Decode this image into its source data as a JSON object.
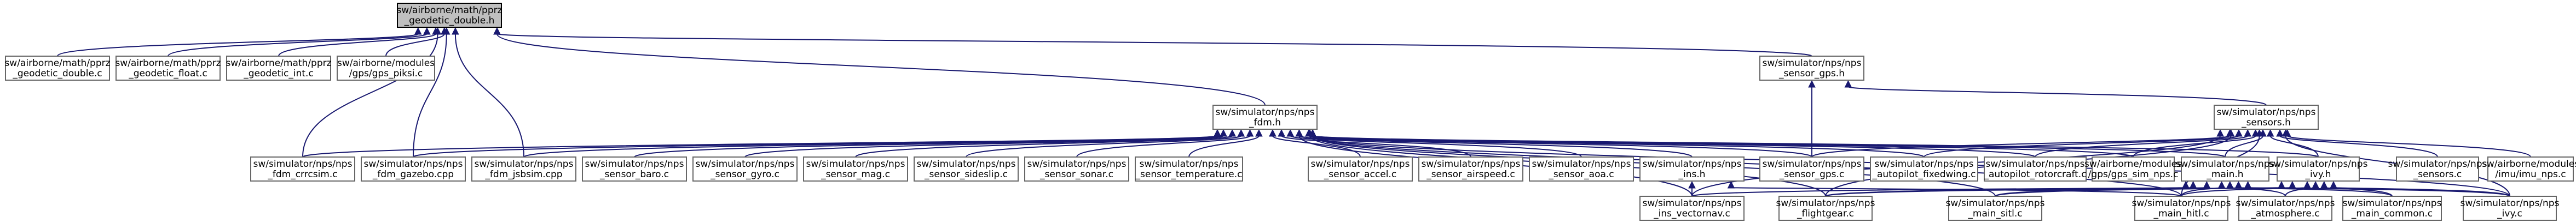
{
  "diagram": {
    "edge_color": "#191970",
    "root_fill": "#bfbfbf",
    "nodes": [
      {
        "id": "geodetic_double_h",
        "lines": [
          "sw/airborne/math/pprz",
          "_geodetic_double.h"
        ],
        "root": true
      },
      {
        "id": "geodetic_double_c",
        "lines": [
          "sw/airborne/math/pprz",
          "_geodetic_double.c"
        ]
      },
      {
        "id": "geodetic_float_c",
        "lines": [
          "sw/airborne/math/pprz",
          "_geodetic_float.c"
        ]
      },
      {
        "id": "geodetic_int_c",
        "lines": [
          "sw/airborne/math/pprz",
          "_geodetic_int.c"
        ]
      },
      {
        "id": "gps_piksi_c",
        "lines": [
          "sw/airborne/modules",
          "/gps/gps_piksi.c"
        ]
      },
      {
        "id": "nps_sensor_gps_h",
        "lines": [
          "sw/simulator/nps/nps",
          "_sensor_gps.h"
        ]
      },
      {
        "id": "nps_fdm_h",
        "lines": [
          "sw/simulator/nps/nps",
          "_fdm.h"
        ]
      },
      {
        "id": "nps_sensors_h",
        "lines": [
          "sw/simulator/nps/nps",
          "_sensors.h"
        ]
      },
      {
        "id": "nps_fdm_crrcsim_c",
        "lines": [
          "sw/simulator/nps/nps",
          "_fdm_crrcsim.c"
        ]
      },
      {
        "id": "nps_fdm_gazebo_cpp",
        "lines": [
          "sw/simulator/nps/nps",
          "_fdm_gazebo.cpp"
        ]
      },
      {
        "id": "nps_fdm_jsbsim_cpp",
        "lines": [
          "sw/simulator/nps/nps",
          "_fdm_jsbsim.cpp"
        ]
      },
      {
        "id": "nps_sensor_baro_c",
        "lines": [
          "sw/simulator/nps/nps",
          "_sensor_baro.c"
        ]
      },
      {
        "id": "nps_sensor_gyro_c",
        "lines": [
          "sw/simulator/nps/nps",
          "_sensor_gyro.c"
        ]
      },
      {
        "id": "nps_sensor_mag_c",
        "lines": [
          "sw/simulator/nps/nps",
          "_sensor_mag.c"
        ]
      },
      {
        "id": "nps_sensor_sideslip_c",
        "lines": [
          "sw/simulator/nps/nps",
          "_sensor_sideslip.c"
        ]
      },
      {
        "id": "nps_sensor_sonar_c",
        "lines": [
          "sw/simulator/nps/nps",
          "_sensor_sonar.c"
        ]
      },
      {
        "id": "nps_sensor_temperature_c",
        "lines": [
          "sw/simulator/nps/nps",
          "_sensor_temperature.c"
        ]
      },
      {
        "id": "nps_sensor_accel_c",
        "lines": [
          "sw/simulator/nps/nps",
          "_sensor_accel.c"
        ]
      },
      {
        "id": "nps_sensor_airspeed_c",
        "lines": [
          "sw/simulator/nps/nps",
          "_sensor_airspeed.c"
        ]
      },
      {
        "id": "nps_sensor_aoa_c",
        "lines": [
          "sw/simulator/nps/nps",
          "_sensor_aoa.c"
        ]
      },
      {
        "id": "nps_ins_h",
        "lines": [
          "sw/simulator/nps/nps",
          "_ins.h"
        ]
      },
      {
        "id": "nps_sensor_gps_c",
        "lines": [
          "sw/simulator/nps/nps",
          "_sensor_gps.c"
        ]
      },
      {
        "id": "nps_autopilot_fixedwing_c",
        "lines": [
          "sw/simulator/nps/nps",
          "_autopilot_fixedwing.c"
        ]
      },
      {
        "id": "nps_autopilot_rotorcraft_c",
        "lines": [
          "sw/simulator/nps/nps",
          "_autopilot_rotorcraft.c"
        ]
      },
      {
        "id": "gps_sim_nps_c",
        "lines": [
          "sw/airborne/modules",
          "/gps/gps_sim_nps.c"
        ]
      },
      {
        "id": "nps_main_h",
        "lines": [
          "sw/simulator/nps/nps",
          "_main.h"
        ]
      },
      {
        "id": "nps_ivy_h",
        "lines": [
          "sw/simulator/nps/nps",
          "_ivy.h"
        ]
      },
      {
        "id": "nps_sensors_c",
        "lines": [
          "sw/simulator/nps/nps",
          "_sensors.c"
        ]
      },
      {
        "id": "imu_nps_c",
        "lines": [
          "sw/airborne/modules",
          "/imu/imu_nps.c"
        ]
      },
      {
        "id": "nps_ins_vectornav_c",
        "lines": [
          "sw/simulator/nps/nps",
          "_ins_vectornav.c"
        ]
      },
      {
        "id": "nps_flightgear_c",
        "lines": [
          "sw/simulator/nps/nps",
          "_flightgear.c"
        ]
      },
      {
        "id": "nps_main_sitl_c",
        "lines": [
          "sw/simulator/nps/nps",
          "_main_sitl.c"
        ]
      },
      {
        "id": "nps_main_hitl_c",
        "lines": [
          "sw/simulator/nps/nps",
          "_main_hitl.c"
        ]
      },
      {
        "id": "nps_atmosphere_c",
        "lines": [
          "sw/simulator/nps/nps",
          "_atmosphere.c"
        ]
      },
      {
        "id": "nps_main_common_c",
        "lines": [
          "sw/simulator/nps/nps",
          "_main_common.c"
        ]
      },
      {
        "id": "nps_ivy_c",
        "lines": [
          "sw/simulator/nps/nps",
          "_ivy.c"
        ]
      }
    ],
    "edges": [
      [
        "geodetic_double_h",
        "geodetic_double_c"
      ],
      [
        "geodetic_double_h",
        "geodetic_float_c"
      ],
      [
        "geodetic_double_h",
        "geodetic_int_c"
      ],
      [
        "geodetic_double_h",
        "gps_piksi_c"
      ],
      [
        "geodetic_double_h",
        "nps_sensor_gps_h"
      ],
      [
        "geodetic_double_h",
        "nps_fdm_h"
      ],
      [
        "geodetic_double_h",
        "nps_fdm_crrcsim_c"
      ],
      [
        "geodetic_double_h",
        "nps_fdm_gazebo_cpp"
      ],
      [
        "geodetic_double_h",
        "nps_fdm_jsbsim_cpp"
      ],
      [
        "nps_sensor_gps_h",
        "nps_sensors_h"
      ],
      [
        "nps_sensor_gps_h",
        "nps_sensor_gps_c"
      ],
      [
        "nps_fdm_h",
        "nps_fdm_crrcsim_c"
      ],
      [
        "nps_fdm_h",
        "nps_fdm_gazebo_cpp"
      ],
      [
        "nps_fdm_h",
        "nps_fdm_jsbsim_cpp"
      ],
      [
        "nps_fdm_h",
        "nps_sensor_baro_c"
      ],
      [
        "nps_fdm_h",
        "nps_sensor_gyro_c"
      ],
      [
        "nps_fdm_h",
        "nps_sensor_mag_c"
      ],
      [
        "nps_fdm_h",
        "nps_sensor_sideslip_c"
      ],
      [
        "nps_fdm_h",
        "nps_sensor_sonar_c"
      ],
      [
        "nps_fdm_h",
        "nps_sensor_temperature_c"
      ],
      [
        "nps_fdm_h",
        "nps_sensor_accel_c"
      ],
      [
        "nps_fdm_h",
        "nps_sensor_airspeed_c"
      ],
      [
        "nps_fdm_h",
        "nps_sensor_aoa_c"
      ],
      [
        "nps_fdm_h",
        "nps_ins_h"
      ],
      [
        "nps_fdm_h",
        "nps_sensor_gps_c"
      ],
      [
        "nps_fdm_h",
        "nps_autopilot_fixedwing_c"
      ],
      [
        "nps_fdm_h",
        "nps_autopilot_rotorcraft_c"
      ],
      [
        "nps_fdm_h",
        "gps_sim_nps_c"
      ],
      [
        "nps_fdm_h",
        "nps_main_h"
      ],
      [
        "nps_fdm_h",
        "nps_ivy_h"
      ],
      [
        "nps_fdm_h",
        "nps_ins_vectornav_c"
      ],
      [
        "nps_fdm_h",
        "nps_flightgear_c"
      ],
      [
        "nps_fdm_h",
        "nps_main_sitl_c"
      ],
      [
        "nps_fdm_h",
        "nps_main_hitl_c"
      ],
      [
        "nps_fdm_h",
        "nps_ivy_c"
      ],
      [
        "nps_sensors_h",
        "nps_sensor_gps_c"
      ],
      [
        "nps_sensors_h",
        "nps_autopilot_fixedwing_c"
      ],
      [
        "nps_sensors_h",
        "nps_autopilot_rotorcraft_c"
      ],
      [
        "nps_sensors_h",
        "gps_sim_nps_c"
      ],
      [
        "nps_sensors_h",
        "nps_main_h"
      ],
      [
        "nps_sensors_h",
        "nps_ivy_h"
      ],
      [
        "nps_sensors_h",
        "nps_sensors_c"
      ],
      [
        "nps_sensors_h",
        "imu_nps_c"
      ],
      [
        "nps_sensors_h",
        "nps_ins_vectornav_c"
      ],
      [
        "nps_sensors_h",
        "nps_flightgear_c"
      ],
      [
        "nps_sensors_h",
        "nps_main_hitl_c"
      ],
      [
        "nps_sensors_h",
        "nps_ivy_c"
      ],
      [
        "nps_ins_h",
        "nps_ins_vectornav_c"
      ],
      [
        "nps_ins_h",
        "nps_main_hitl_c"
      ],
      [
        "nps_main_h",
        "nps_ins_vectornav_c"
      ],
      [
        "nps_main_h",
        "nps_flightgear_c"
      ],
      [
        "nps_main_h",
        "nps_main_sitl_c"
      ],
      [
        "nps_main_h",
        "nps_main_hitl_c"
      ],
      [
        "nps_main_h",
        "nps_atmosphere_c"
      ],
      [
        "nps_main_h",
        "nps_main_common_c"
      ],
      [
        "nps_main_h",
        "nps_ivy_c"
      ],
      [
        "nps_ivy_h",
        "nps_flightgear_c"
      ],
      [
        "nps_ivy_h",
        "nps_main_sitl_c"
      ],
      [
        "nps_ivy_h",
        "nps_main_hitl_c"
      ],
      [
        "nps_ivy_h",
        "nps_atmosphere_c"
      ],
      [
        "nps_ivy_h",
        "nps_main_common_c"
      ],
      [
        "nps_ivy_h",
        "nps_ivy_c"
      ]
    ]
  }
}
